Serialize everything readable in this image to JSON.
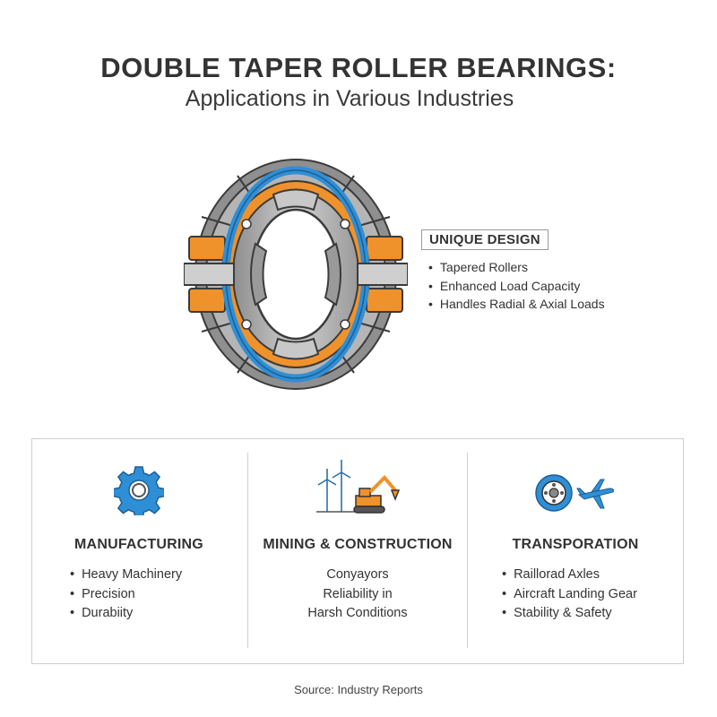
{
  "header": {
    "title": "DOUBLE TAPER ROLLER BEARINGS:",
    "subtitle": "Applications in Various Industries"
  },
  "design": {
    "label": "UNIQUE DESIGN",
    "items": [
      "Tapered Rollers",
      "Enhanced Load Capacity",
      "Handles Radial & Axial Loads"
    ]
  },
  "sections": [
    {
      "heading": "MANUFACTURING",
      "items": [
        "Heavy Machinery",
        "Precision",
        "Durabiity"
      ],
      "icon": "gear-icon"
    },
    {
      "heading": "MINING & CONSTRUCTION",
      "lines": [
        "Conyayors",
        "Reliability in",
        "Harsh Conditions"
      ],
      "icon": "wind-turbine-excavator-icon"
    },
    {
      "heading": "TRANSPORATION",
      "items": [
        "Raillorad Axles",
        "Aircraft Landing Gear",
        "Stability & Safety"
      ],
      "icon": "wheel-airplane-icon"
    }
  ],
  "footer": {
    "source": "Source: Industry Reports"
  },
  "colors": {
    "accent_blue": "#2f8fd6",
    "accent_orange": "#f0922b",
    "steel_gray": "#a3a3a3"
  }
}
